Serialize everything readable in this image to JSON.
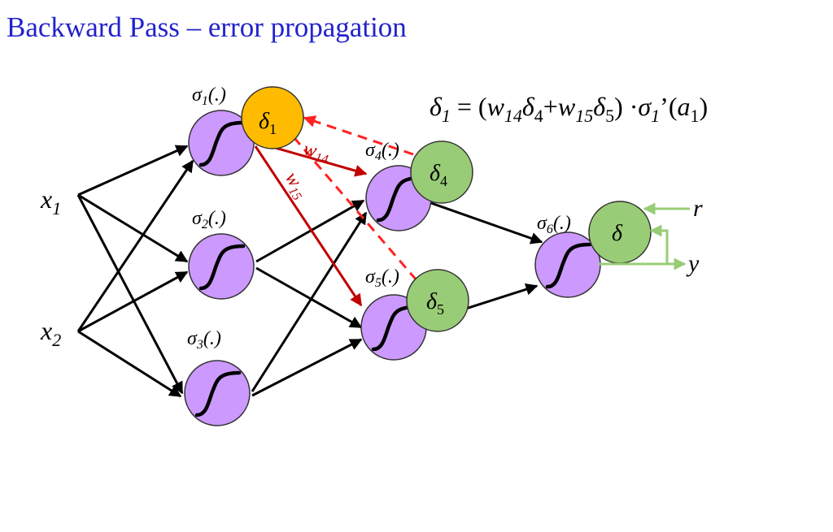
{
  "title": "Backward Pass – error propagation",
  "colors": {
    "title": "#2222cc",
    "neuron_fill": "#cc99ff",
    "neuron_stroke": "#333333",
    "delta_green": "#99cc77",
    "delta_orange": "#ffbb00",
    "weight_red": "#c00000",
    "dash_red": "#ff2222",
    "feedback_green": "#99cc77",
    "arrow": "#000000"
  },
  "inputs": [
    {
      "main": "x",
      "sub": "1"
    },
    {
      "main": "x",
      "sub": "2"
    }
  ],
  "neurons": [
    {
      "main": "σ",
      "sub": "1",
      "suffix": "(.)"
    },
    {
      "main": "σ",
      "sub": "2",
      "suffix": "(.)"
    },
    {
      "main": "σ",
      "sub": "3",
      "suffix": "(.)"
    },
    {
      "main": "σ",
      "sub": "4",
      "suffix": "(.)"
    },
    {
      "main": "σ",
      "sub": "5",
      "suffix": "(.)"
    },
    {
      "main": "σ",
      "sub": "6",
      "suffix": "(.)"
    }
  ],
  "deltas": [
    {
      "main": "δ",
      "sub": "1"
    },
    {
      "main": "δ",
      "sub": "4"
    },
    {
      "main": "δ",
      "sub": "5"
    },
    {
      "main": "δ",
      "sub": ""
    }
  ],
  "weights": [
    {
      "main": "w",
      "sub": "14"
    },
    {
      "main": "w",
      "sub": "15"
    }
  ],
  "outputs": {
    "r": "r",
    "y": "y"
  },
  "formula": {
    "lhs_main": "δ",
    "lhs_sub": "1",
    "eq": " = (",
    "t1_main": "w",
    "t1_sub": "14",
    "t2_main": "δ",
    "t2_sub": "4",
    "plus": "+",
    "t3_main": "w",
    "t3_sub": "15",
    "t4_main": "δ",
    "t4_sub": "5",
    "close": ") ·",
    "t5_main": "σ",
    "t5_sub": "1",
    "prime": "’(",
    "t6_main": "a",
    "t6_sub": "1",
    "end": ")"
  }
}
